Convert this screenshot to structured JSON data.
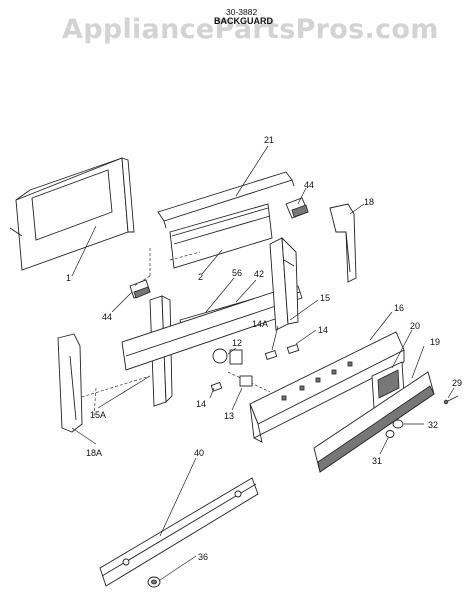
{
  "watermark": "AppliancePartsPros.com",
  "diagram": {
    "doc_number": "30-3882",
    "title": "BACKGUARD"
  },
  "callouts": {
    "c1": "1",
    "c2": "2",
    "c12": "12",
    "c13": "13",
    "c14a": "14",
    "c14b": "14",
    "c14A": "14A",
    "c15": "15",
    "c15A": "15A",
    "c16": "16",
    "c18": "18",
    "c18A": "18A",
    "c19": "19",
    "c20": "20",
    "c21": "21",
    "c29": "29",
    "c31": "31",
    "c32": "32",
    "c36": "36",
    "c40": "40",
    "c42": "42",
    "c44a": "44",
    "c44b": "44",
    "c56": "56"
  }
}
